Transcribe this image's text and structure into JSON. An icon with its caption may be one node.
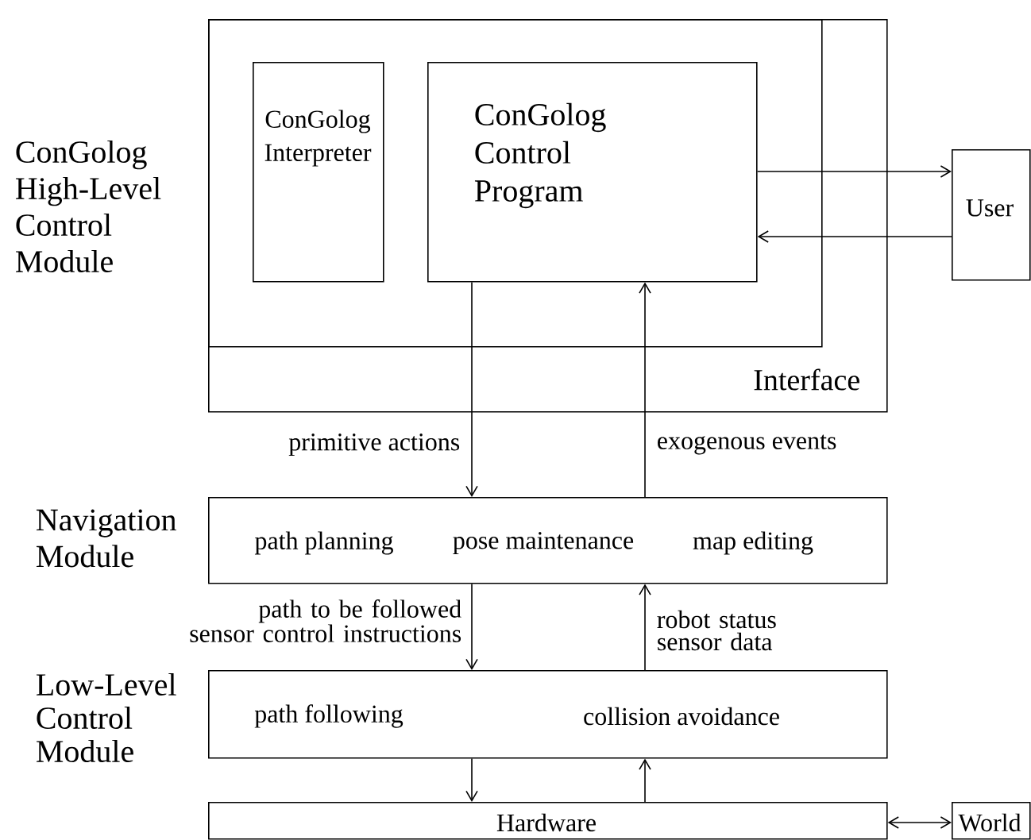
{
  "diagram": {
    "nodes": [
      {
        "text": [
          "ConGolog High-Level Control Module",
          "Interface"
        ]
      },
      {
        "text": [],
        "shape": "box",
        "in": 0
      },
      {
        "text": [
          "ConGolog Interpreter"
        ],
        "in": 1
      },
      {
        "text": [
          "ConGolog Control Program"
        ],
        "in": 1
      },
      {
        "text": [
          "User"
        ]
      },
      {
        "text": [
          "Navigation Module",
          "path planning",
          "pose maintenance",
          "map editing"
        ]
      },
      {
        "text": [
          "Low-Level Control Module",
          "path following",
          "collision avoidance"
        ]
      },
      {
        "text": [
          "Hardware"
        ]
      },
      {
        "text": [
          "World"
        ]
      }
    ],
    "edges": [
      {
        "from": 3,
        "to": 4,
        "arrow": "to"
      },
      {
        "from": 4,
        "to": 3,
        "arrow": "to"
      },
      {
        "from": 3,
        "to": 5,
        "arrow": "to",
        "label": "primitive actions"
      },
      {
        "from": 5,
        "to": 3,
        "arrow": "to",
        "label": "exogenous events"
      },
      {
        "from": 5,
        "to": 6,
        "arrow": "to",
        "label": "path to be followed sensor control instructions"
      },
      {
        "from": 6,
        "to": 5,
        "arrow": "to",
        "label": "robot status sensor data"
      },
      {
        "from": 6,
        "to": 7,
        "arrow": "to"
      },
      {
        "from": 7,
        "to": 6,
        "arrow": "to"
      },
      {
        "from": 7,
        "to": 8,
        "arrow": "both"
      }
    ]
  }
}
